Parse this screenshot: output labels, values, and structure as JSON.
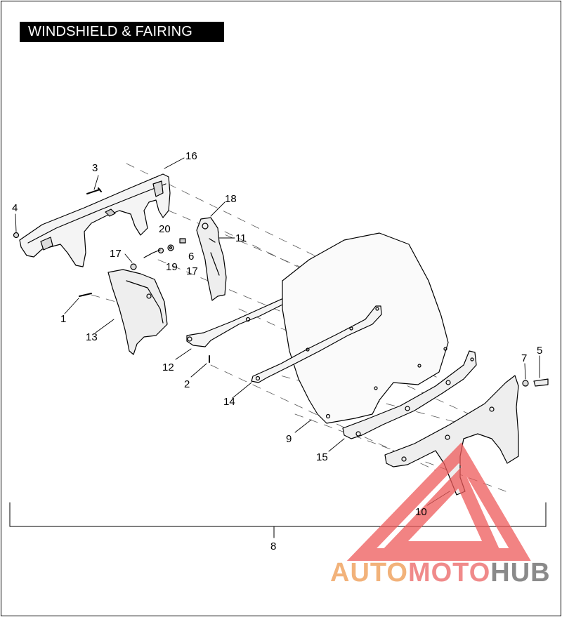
{
  "diagram": {
    "title": "WINDSHIELD & FAIRING",
    "callouts": [
      {
        "id": "c1",
        "label": "1"
      },
      {
        "id": "c2",
        "label": "2"
      },
      {
        "id": "c3",
        "label": "3"
      },
      {
        "id": "c4",
        "label": "4"
      },
      {
        "id": "c5",
        "label": "5"
      },
      {
        "id": "c6",
        "label": "6"
      },
      {
        "id": "c7",
        "label": "7"
      },
      {
        "id": "c8",
        "label": "8"
      },
      {
        "id": "c9",
        "label": "9"
      },
      {
        "id": "c10",
        "label": "10"
      },
      {
        "id": "c11",
        "label": "11"
      },
      {
        "id": "c12",
        "label": "12"
      },
      {
        "id": "c13",
        "label": "13"
      },
      {
        "id": "c14",
        "label": "14"
      },
      {
        "id": "c15",
        "label": "15"
      },
      {
        "id": "c16",
        "label": "16"
      },
      {
        "id": "c17a",
        "label": "17"
      },
      {
        "id": "c17b",
        "label": "17"
      },
      {
        "id": "c18",
        "label": "18"
      },
      {
        "id": "c19",
        "label": "19"
      },
      {
        "id": "c20",
        "label": "20"
      }
    ]
  },
  "watermark": {
    "part1": "AUTO",
    "part2": "MOTO",
    "part3": "HUB",
    "colors": {
      "auto": "#f2b27a",
      "moto": "#f08a8a",
      "hub": "#8a8a8a",
      "triangle": "#ee5a5a"
    }
  }
}
